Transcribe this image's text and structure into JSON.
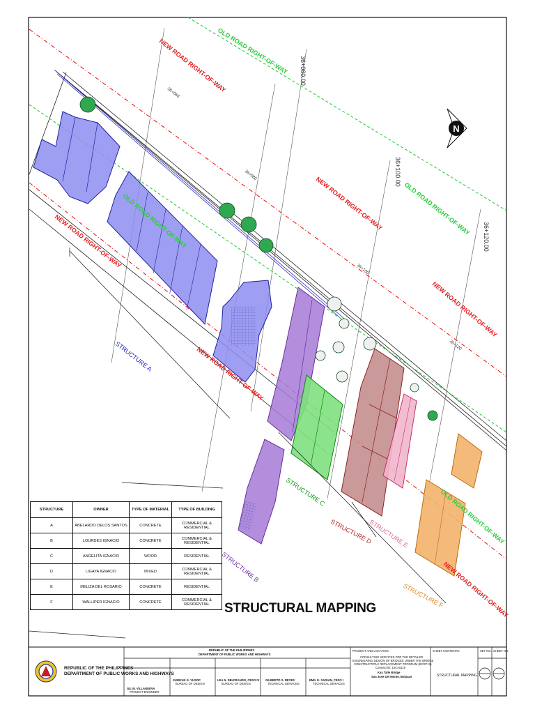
{
  "drawing": {
    "row_labels": {
      "old_row": "OLD ROAD RIGHT-OF-WAY",
      "new_row": "NEW ROAD RIGHT-OF-WAY"
    },
    "stations": {
      "s1": "36+080.00",
      "s2": "36+100.00",
      "s3": "36+120.00",
      "m1": "36+060",
      "m2": "36+080",
      "m3": "36+100",
      "m4": "36+120"
    },
    "structure_labels": {
      "a": "STRUCTURE A",
      "b": "STRUCTURE B",
      "c": "STRUCTURE C",
      "d": "STRUCTURE D",
      "e": "STRUCTURE E",
      "f": "STRUCTURE F"
    },
    "colors": {
      "a": "#8d8df0",
      "b": "#a47ad6",
      "c": "#7ee07e",
      "d": "#c48e8e",
      "e": "#f2b6cc",
      "f": "#f2b26a",
      "old_row": "#2ecc40",
      "new_row": "#e52020"
    },
    "north_symbol": "north-arrow"
  },
  "table": {
    "headers": [
      "STRUCTURE",
      "OWNER",
      "TYPE OF MATERIAL",
      "TYPE OF BUILDING"
    ],
    "rows": [
      [
        "A",
        "ABELARDO DELOS SANTOS",
        "CONCRETE",
        "COMMERCIAL & RESIDENTIAL"
      ],
      [
        "B",
        "LOURDES IGNACIO",
        "CONCRETE",
        "COMMERCIAL & RESIDENTIAL"
      ],
      [
        "C",
        "ANGELITA IGNACIO",
        "WOOD",
        "RESIDENTIAL"
      ],
      [
        "D",
        "LIGAYA IGNACIO",
        "MIXED",
        "COMMERCIAL & RESIDENTIAL"
      ],
      [
        "E",
        "MELIZA DEL ROSARIO",
        "CONCRETE",
        "RESIDENTIAL"
      ],
      [
        "F",
        "WALLIPER IGNACIO",
        "CONCRETE",
        "COMMERCIAL & RESIDENTIAL"
      ]
    ]
  },
  "main_title": "STRUCTURAL MAPPING",
  "title_block": {
    "agency_line1": "REPUBLIC OF THE PHILIPPINES",
    "agency_line2": "DEPARTMENT OF PUBLIC WORKS AND HIGHWAYS",
    "center_header1": "REPUBLIC OF THE PHILIPPINES",
    "center_header2": "DEPARTMENT OF PUBLIC WORKS AND HIGHWAYS",
    "project_label": "PROJECT AND LOCATION:",
    "project_text1": "CONSULTING SERVICES FOR THE DETAILED",
    "project_text2": "ENGINEERING DESIGN OF BRIDGES UNDER THE BRIDGE",
    "project_text3": "CONSTRUCTION / REPLACEMENT PROGRAM (BCRP III)",
    "project_text4": "Contract ID: 15CA0118",
    "bridge_name": "Kay Talle Bridge",
    "bridge_location": "San Jose Del Monte, Bulacan",
    "sheet_contents_label": "SHEET CONTENTS:",
    "sheet_contents": "STRUCTURAL MAPPING",
    "set_no_label": "SET NO.",
    "sheet_no_label": "SHEET NO.",
    "signatories": [
      {
        "name": "GIL M. VILLANUEVA",
        "role": "PROJECT ENGINEER"
      },
      {
        "name": "JUMIYAN G. YUSOP",
        "role": "BUREAU OF DESIGN"
      },
      {
        "name": "LEA N. DELFRANDO, CESO IV",
        "role": "BUREAU OF DESIGN"
      },
      {
        "name": "GILBERTO S. REYES",
        "role": "TECHNICAL SERVICES"
      },
      {
        "name": "EMIL K. SADAIN, CESO I",
        "role": "TECHNICAL SERVICES"
      }
    ]
  }
}
